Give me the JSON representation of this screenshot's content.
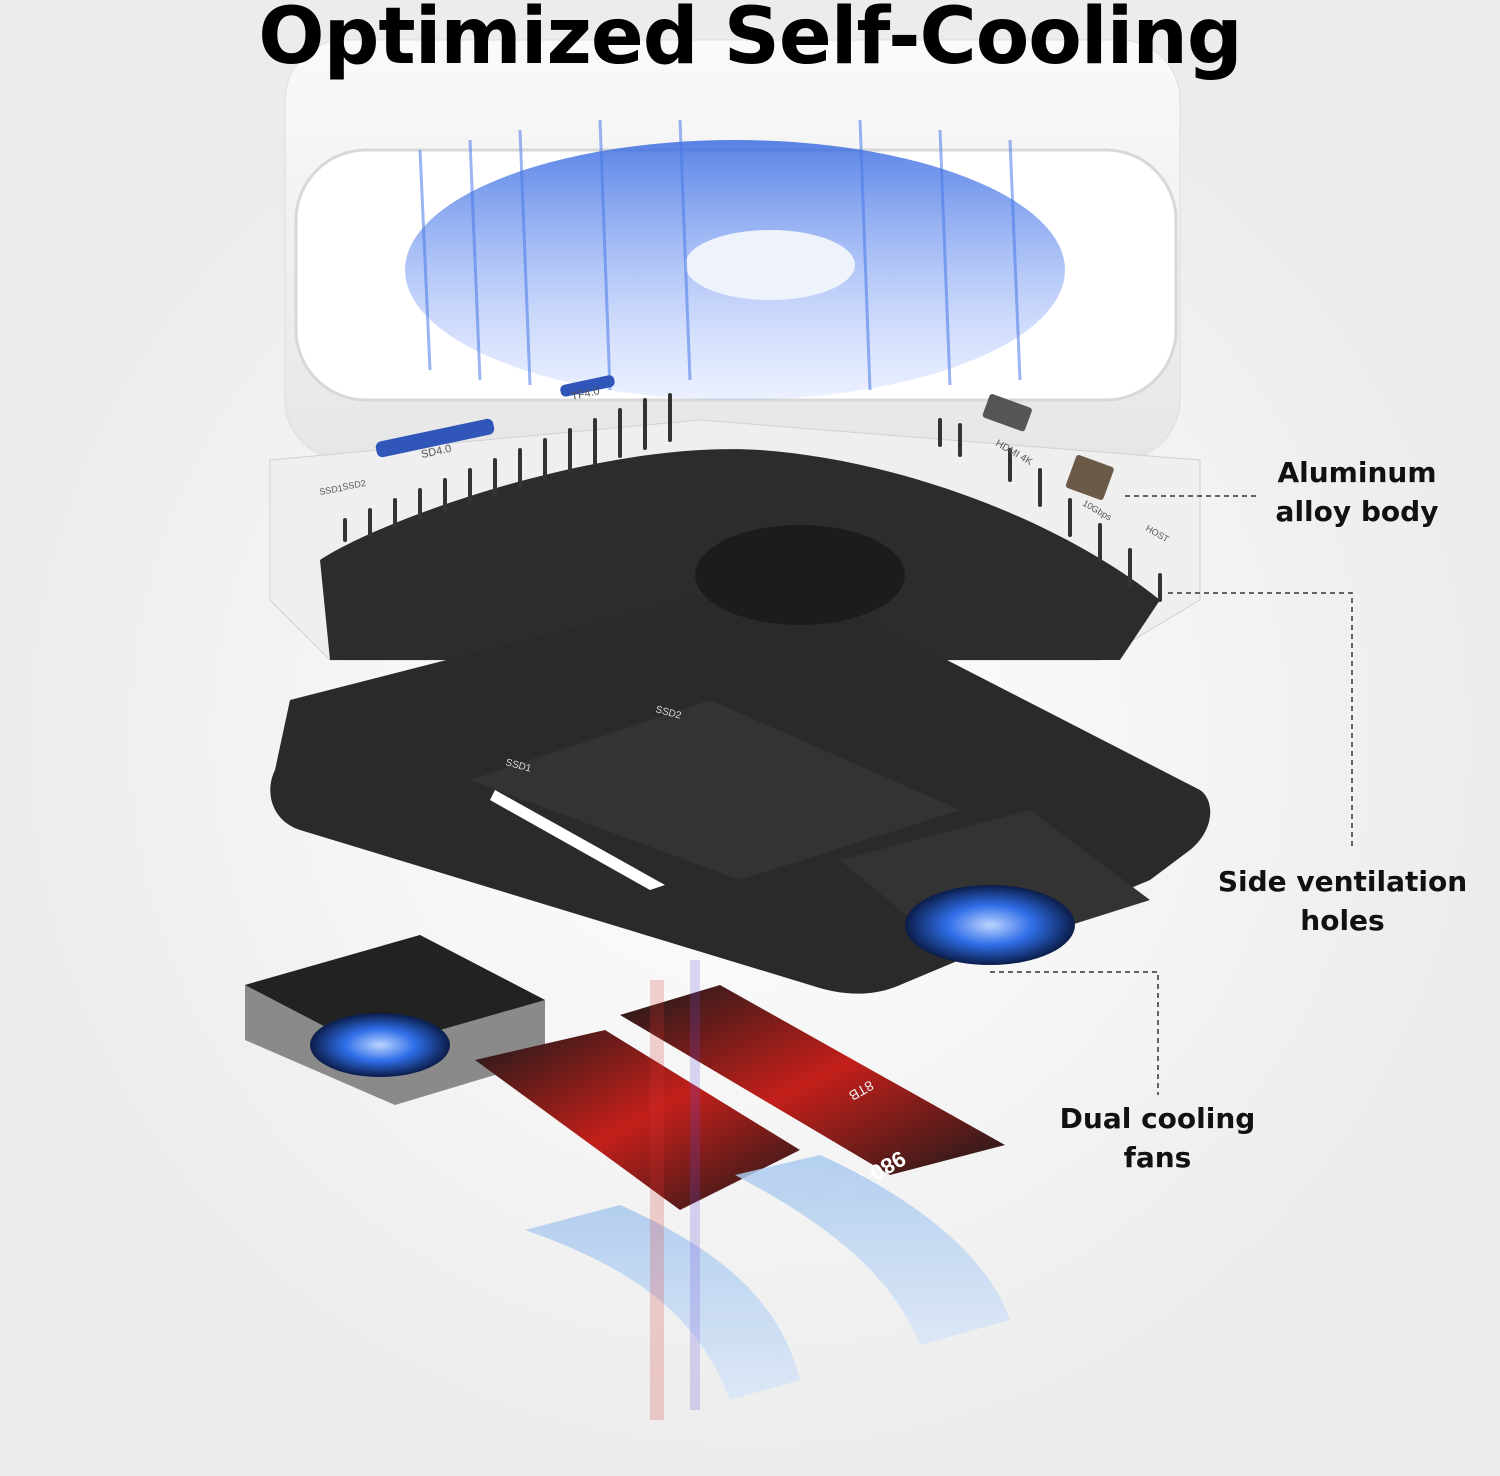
{
  "title": "Optimized Self-Cooling",
  "callouts": {
    "aluminum": "Aluminum alloy body",
    "ventilation": "Side ventilation holes",
    "fans": "Dual cooling fans"
  },
  "port_labels": {
    "ssd1_led": "SSD1",
    "ssd2_led": "SSD2",
    "sd": "SD4.0",
    "tf": "TF4.0",
    "hdmi": "HDMI 4K",
    "usb": "10Gbps",
    "host": "HOST"
  },
  "board_labels": {
    "slot1": "SSD1",
    "slot2": "SSD2"
  },
  "ssd_labels": {
    "model": "980 PRO",
    "capacity": "8TB"
  },
  "colors": {
    "airflow_blue": "#3a6fe0",
    "heat_red": "#e0281e",
    "body_white": "#f2f2f2",
    "base_black": "#2a2a2c"
  }
}
